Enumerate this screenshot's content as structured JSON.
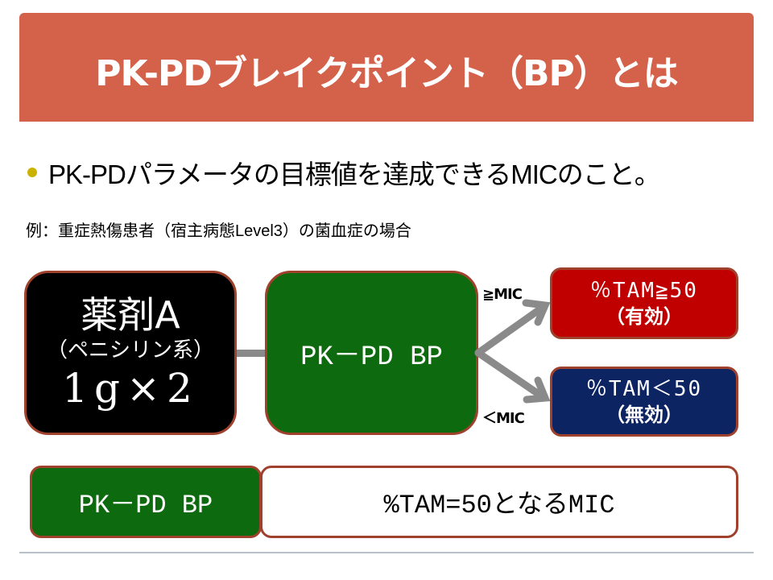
{
  "slide": {
    "title": "PK-PDブレイクポイント（BP）とは",
    "bullet": "PK-PDパラメータの目標値を達成できるMICのこと。",
    "example": "例：重症熱傷患者（宿主病態Level3）の菌血症の場合"
  },
  "diagram": {
    "drug": {
      "name": "薬剤A",
      "class": "（ペニシリン系）",
      "dose": "1g×2"
    },
    "bp_box": {
      "label": "PK－PD BP"
    },
    "conditions": {
      "ge": "≧MIC",
      "lt": "＜MIC"
    },
    "results": [
      {
        "line1": "％TAM≧50",
        "line2": "（有効）",
        "color": "#c00000"
      },
      {
        "line1": "％TAM＜50",
        "line2": "（無効）",
        "color": "#0d2462"
      }
    ]
  },
  "definition": {
    "term": "PK－PD BP",
    "description": "%TAM=50となるMIC"
  },
  "colors": {
    "banner": "#d4624a",
    "bullet": "#c9b300",
    "green": "#0e6a0e",
    "border": "#a0412e",
    "arrow": "#8a8a8a"
  }
}
